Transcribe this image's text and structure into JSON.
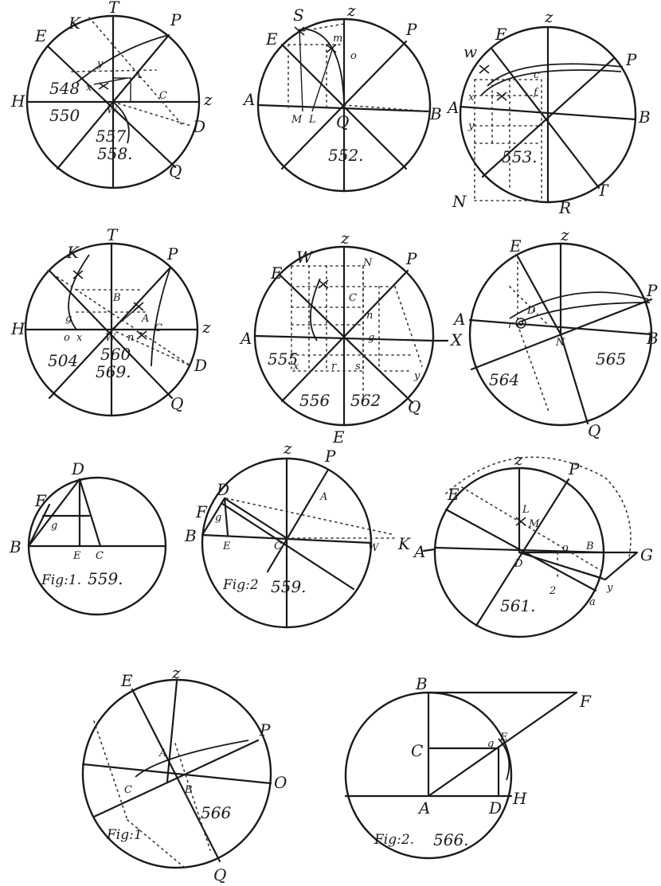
{
  "figures": [
    {
      "id": "550",
      "numbers": [
        "548",
        "550",
        "557",
        "558."
      ],
      "labels": [
        "E",
        "K",
        "T",
        "P",
        "H",
        "z",
        "D",
        "Q",
        "x",
        "W",
        "y",
        "A",
        "C",
        "z"
      ]
    },
    {
      "id": "552",
      "numbers": [
        "552."
      ],
      "labels": [
        "S",
        "E",
        "z",
        "P",
        "A",
        "B",
        "Q",
        "o",
        "m",
        "M",
        "L"
      ]
    },
    {
      "id": "553",
      "numbers": [
        "553."
      ],
      "labels": [
        "w",
        "E",
        "z",
        "P",
        "A",
        "B",
        "N",
        "R",
        "T",
        "c",
        "f",
        "x",
        "y"
      ]
    },
    {
      "id": "560",
      "numbers": [
        "504",
        "560",
        "569."
      ],
      "labels": [
        "K",
        "T",
        "P",
        "H",
        "z",
        "D",
        "Q",
        "B",
        "A",
        "C",
        "W",
        "n",
        "g",
        "x",
        "o"
      ]
    },
    {
      "id": "555",
      "numbers": [
        "555",
        "556",
        "562"
      ],
      "labels": [
        "W",
        "z",
        "N",
        "P",
        "E",
        "A",
        "C",
        "n",
        "g",
        "X",
        "y",
        "Q",
        "E",
        "r",
        "s",
        "x"
      ]
    },
    {
      "id": "565",
      "numbers": [
        "564",
        "565"
      ],
      "labels": [
        "E",
        "z",
        "P",
        "A",
        "B",
        "N",
        "D",
        "Q",
        "r"
      ]
    },
    {
      "id": "559a",
      "numbers": [
        "Fig:1.",
        "559."
      ],
      "labels": [
        "D",
        "F",
        "g",
        "B",
        "E",
        "C"
      ]
    },
    {
      "id": "559b",
      "numbers": [
        "Fig:2",
        "559."
      ],
      "labels": [
        "z",
        "P",
        "D",
        "A",
        "F",
        "g",
        "B",
        "E",
        "C",
        "W",
        "K"
      ]
    },
    {
      "id": "561",
      "numbers": [
        "561.",
        "2"
      ],
      "labels": [
        "z",
        "P",
        "E",
        "A",
        "B",
        "G",
        "D",
        "o",
        "y",
        "a",
        "L",
        "M"
      ]
    },
    {
      "id": "566a",
      "numbers": [
        "566",
        "Fig:1"
      ],
      "labels": [
        "E",
        "z",
        "P",
        "A",
        "B",
        "C",
        "O",
        "Q"
      ]
    },
    {
      "id": "566b",
      "numbers": [
        "Fig:2.",
        "566."
      ],
      "labels": [
        "B",
        "F",
        "C",
        "g",
        "E",
        "A",
        "D",
        "H"
      ]
    }
  ]
}
